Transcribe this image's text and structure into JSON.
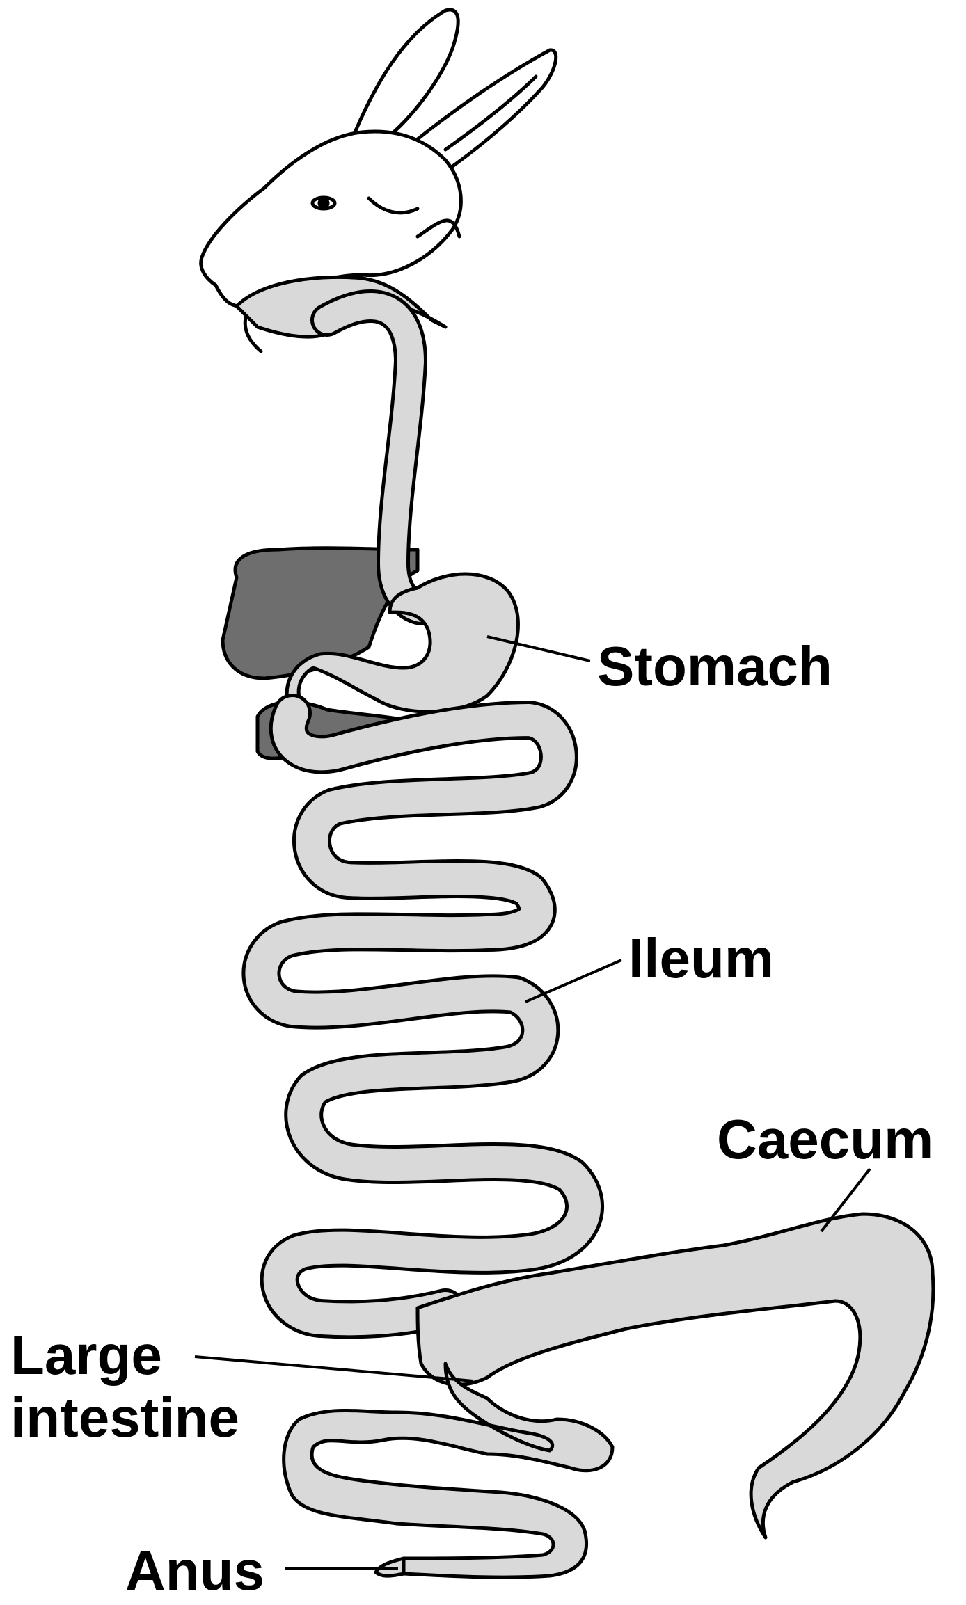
{
  "labels": {
    "stomach": "Stomach",
    "ileum": "Ileum",
    "caecum": "Caecum",
    "large_intestine_line1": "Large",
    "large_intestine_line2": "intestine",
    "anus": "Anus"
  },
  "colors": {
    "organ_fill": "#d9d9d9",
    "liver_fill": "#6e6e6e",
    "outline": "#000000",
    "background": "#ffffff"
  }
}
